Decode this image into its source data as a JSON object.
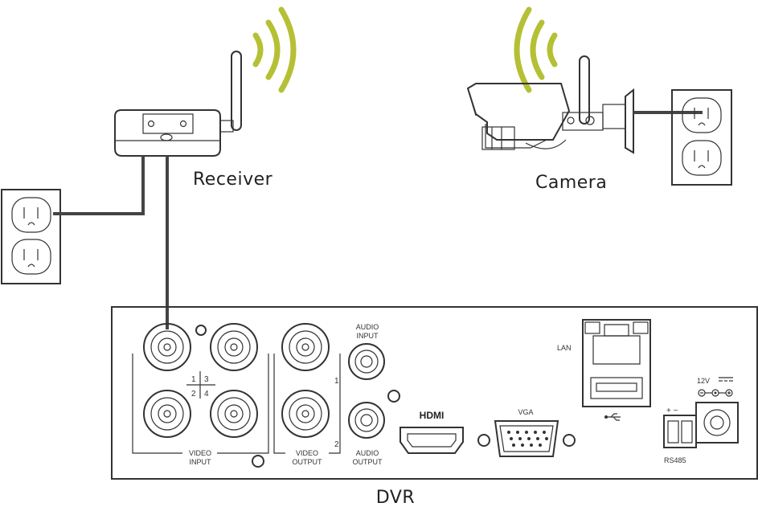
{
  "labels": {
    "receiver": "Receiver",
    "camera": "Camera",
    "dvr": "DVR"
  },
  "dvr_panel": {
    "channel_digits": [
      "1",
      "3",
      "2",
      "4"
    ],
    "video_input": [
      "VIDEO",
      "INPUT"
    ],
    "video_output": [
      "VIDEO",
      "OUTPUT"
    ],
    "output_numbers": [
      "1",
      "2"
    ],
    "audio_input": [
      "AUDIO",
      "INPUT"
    ],
    "audio_output": [
      "AUDIO",
      "OUTPUT"
    ],
    "hdmi": "HDMI",
    "vga": "VGA",
    "lan": "LAN",
    "usb_symbol": "⭠",
    "power": "12V",
    "power_symbol": "⊖-⊙-⊕",
    "rs485": "RS485",
    "rs485_polarity": "+ −"
  },
  "colors": {
    "wireless_wave": "#b5c034",
    "line": "#333333"
  }
}
